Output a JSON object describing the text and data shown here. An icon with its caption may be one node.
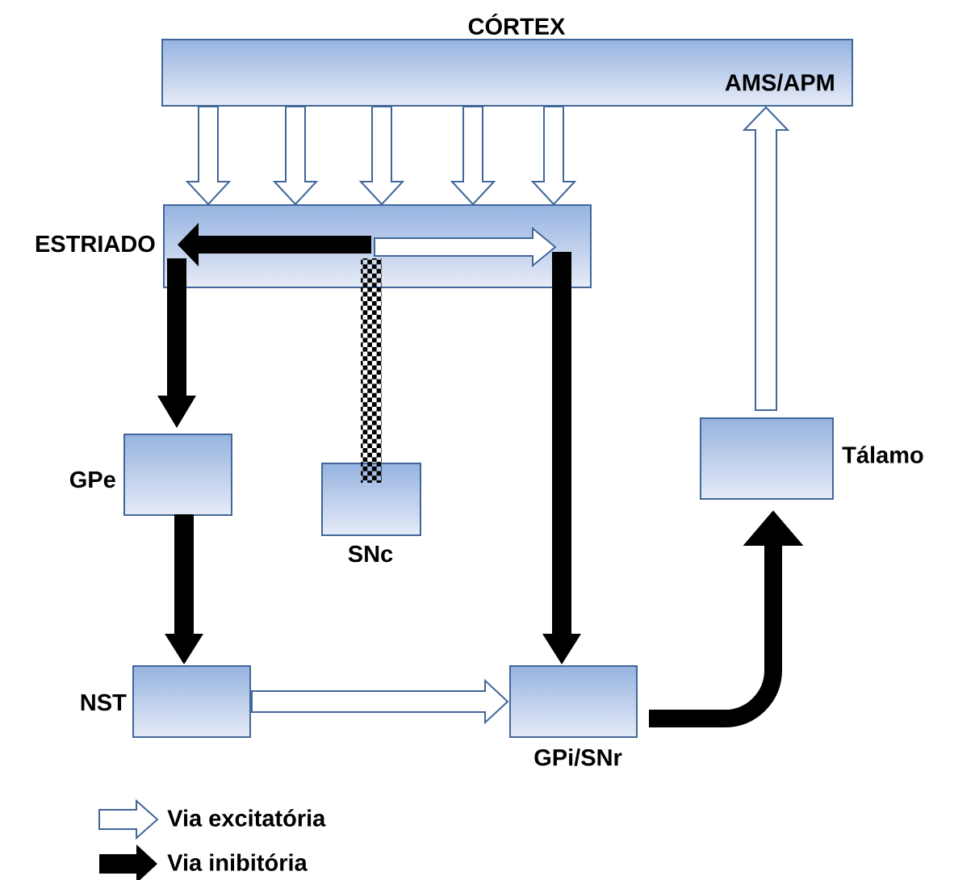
{
  "diagram": {
    "nodes": [
      {
        "text": [
          "CÓRTEX",
          "AMS/APM"
        ]
      },
      {
        "text": [
          "ESTRIADO"
        ]
      },
      {
        "text": [
          "GPe"
        ]
      },
      {
        "text": [
          "SNc"
        ]
      },
      {
        "text": [
          "NST"
        ]
      },
      {
        "text": [
          "GPi/SNr"
        ]
      },
      {
        "text": [
          "Tálamo"
        ]
      }
    ],
    "edges": [
      {
        "from": 0,
        "to": 1,
        "arrow": "to"
      },
      {
        "from": 0,
        "to": 1,
        "arrow": "to"
      },
      {
        "from": 0,
        "to": 1,
        "arrow": "to"
      },
      {
        "from": 0,
        "to": 1,
        "arrow": "to"
      },
      {
        "from": 0,
        "to": 1,
        "arrow": "to"
      },
      {
        "from": 3,
        "to": 1,
        "arrow": "none",
        "style": "dashed"
      },
      {
        "from": null,
        "to": 1,
        "arrow": "to",
        "color": "#000000"
      },
      {
        "from": null,
        "to": 1,
        "arrow": "to"
      },
      {
        "from": 1,
        "to": 2,
        "arrow": "to",
        "color": "#000000"
      },
      {
        "from": 2,
        "to": 4,
        "arrow": "to",
        "color": "#000000"
      },
      {
        "from": 1,
        "to": 5,
        "arrow": "to",
        "color": "#000000"
      },
      {
        "from": 4,
        "to": 5,
        "arrow": "to"
      },
      {
        "from": 5,
        "to": 6,
        "arrow": "to",
        "color": "#000000"
      },
      {
        "from": 6,
        "to": 0,
        "arrow": "to"
      }
    ],
    "legend": [
      {
        "text": "Via excitatória"
      },
      {
        "text": "Via inibitória"
      }
    ]
  }
}
